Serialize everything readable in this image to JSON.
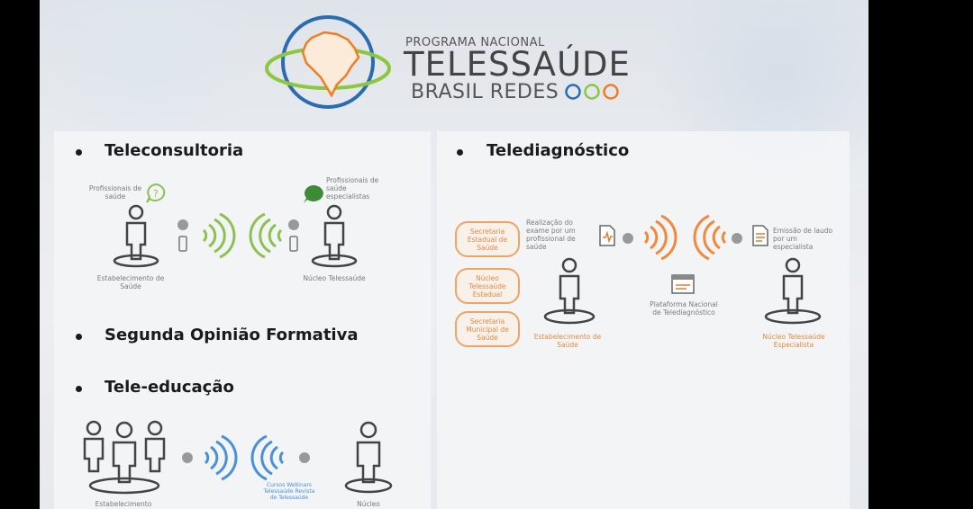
{
  "logo": {
    "line1": "PROGRAMA NACIONAL",
    "line2": "TELESSAÚDE",
    "line3": "BRASIL REDES"
  },
  "sections": {
    "teleconsultoria": "Teleconsultoria",
    "segunda_opiniao": "Segunda Opinião Formativa",
    "tele_educacao": "Tele-educação",
    "telediagnostico": "Telediagnóstico"
  },
  "teleconsultoria_diagram": {
    "left_bubble": "Profissionais de saúde",
    "right_bubble": "Profissionais de saúde especialistas",
    "left_caption": "Estabelecimento de Saúde",
    "right_caption": "Núcleo Telessaúde"
  },
  "teleeducacao_diagram": {
    "left_caption": "Estabelecimento",
    "center_caption": "Cursos Webinars Telessaúde Revista de Telessaúde",
    "right_caption": "Núcleo"
  },
  "telediagnostico_diagram": {
    "boxes": [
      "Secretaria Estadual de Saúde",
      "Núcleo Telessaúde Estadual",
      "Secretaria Municipal de Saúde"
    ],
    "exam_note": "Realização do exame por um profissional de saúde",
    "report_note": "Emissão de laudo por um especialista",
    "left_caption": "Estabelecimento de Saúde",
    "platform_caption": "Plataforma Nacional de Telediagnóstico",
    "right_caption": "Núcleo Telessaúde Especialista"
  },
  "colors": {
    "green": "#8cc152",
    "blue": "#4a90d9",
    "orange": "#f0893a",
    "logo_green": "#8dc63f",
    "logo_blue": "#2b6cb0",
    "logo_orange": "#ef7d22"
  }
}
